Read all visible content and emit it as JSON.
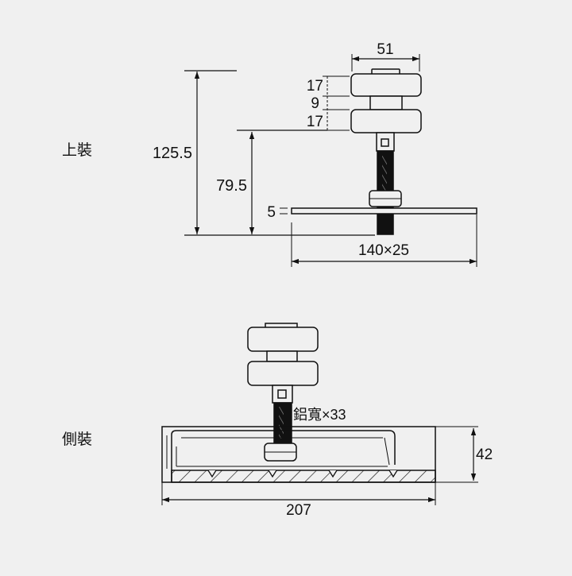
{
  "top_view": {
    "label": "上裝",
    "dim_width": "51",
    "dim_17a": "17",
    "dim_9": "9",
    "dim_17b": "17",
    "dim_total_height": "125.5",
    "dim_upper_height": "79.5",
    "dim_plate_thickness": "5",
    "dim_plate_size": "140×25"
  },
  "side_view": {
    "label": "側裝",
    "note": "鋁寬×33",
    "dim_height": "42",
    "dim_width": "207"
  },
  "colors": {
    "line": "#111111",
    "background": "#f0f0f0",
    "rod": "#111111"
  }
}
